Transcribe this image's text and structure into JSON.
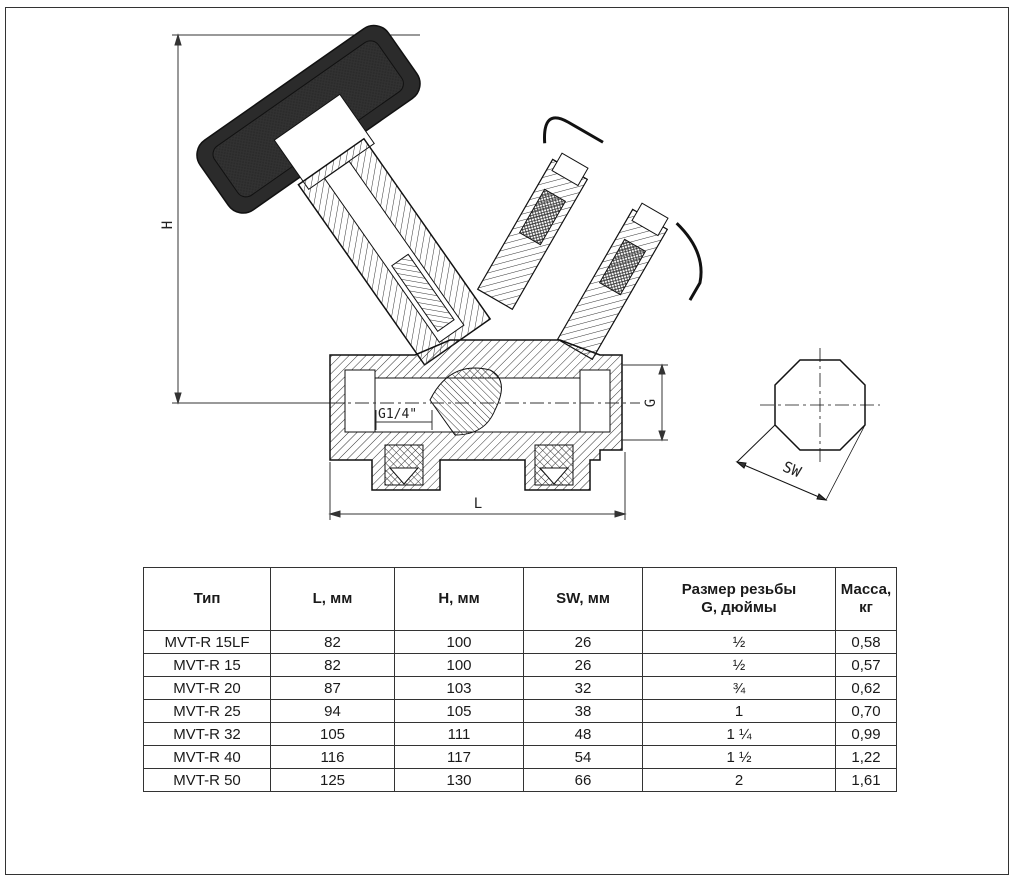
{
  "drawing": {
    "labels": {
      "height": "H",
      "length": "L",
      "thread": "G",
      "port": "G1/4\"",
      "wrench": "SW"
    }
  },
  "table": {
    "headers": [
      {
        "line1": "Тип",
        "line2": ""
      },
      {
        "line1": "L, мм",
        "line2": ""
      },
      {
        "line1": "H, мм",
        "line2": ""
      },
      {
        "line1": "SW, мм",
        "line2": ""
      },
      {
        "line1": "Размер резьбы",
        "line2": "G, дюймы"
      },
      {
        "line1": "Масса, кг",
        "line2": ""
      }
    ],
    "rows": [
      [
        "MVT-R 15LF",
        "82",
        "100",
        "26",
        "½",
        "0,58"
      ],
      [
        "MVT-R 15",
        "82",
        "100",
        "26",
        "½",
        "0,57"
      ],
      [
        "MVT-R 20",
        "87",
        "103",
        "32",
        "¾",
        "0,62"
      ],
      [
        "MVT-R 25",
        "94",
        "105",
        "38",
        "1",
        "0,70"
      ],
      [
        "MVT-R 32",
        "105",
        "111",
        "48",
        "1 ¼",
        "0,99"
      ],
      [
        "MVT-R 40",
        "116",
        "117",
        "54",
        "1 ½",
        "1,22"
      ],
      [
        "MVT-R 50",
        "125",
        "130",
        "66",
        "2",
        "1,61"
      ]
    ]
  }
}
